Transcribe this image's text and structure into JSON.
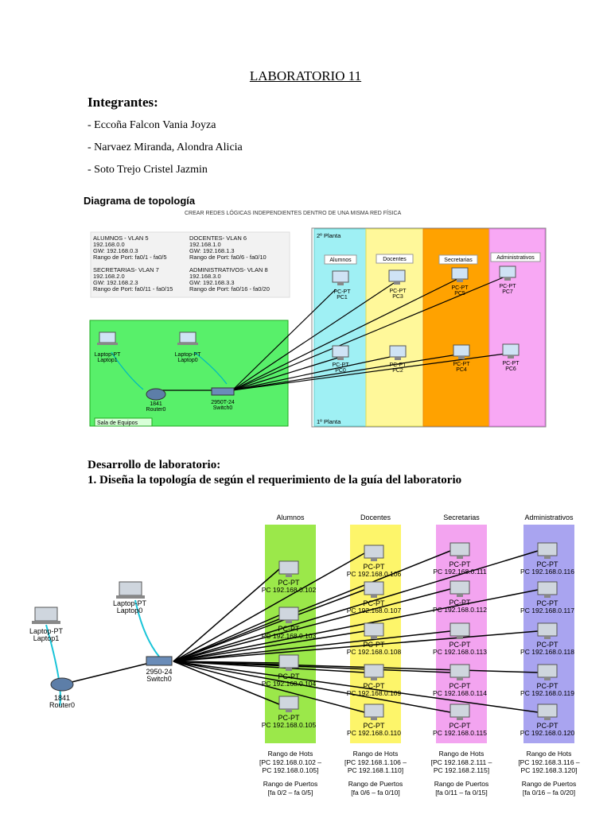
{
  "doc": {
    "title": "LABORATORIO 11",
    "members_heading": "Integrantes:",
    "members": [
      "- Eccoña Falcon Vania Joyza",
      "- Narvaez Miranda, Alondra Alicia",
      "- Soto Trejo Cristel Jazmin"
    ],
    "dev_heading": "Desarrollo de laboratorio:",
    "step1": "1. Diseña la topología de según el requerimiento de la guía del laboratorio"
  },
  "diagram1": {
    "heading": "Diagrama de topología",
    "subtitle": "CREAR REDES LÓGICAS INDEPENDIENTES DENTRO DE UNA MISMA RED FÍSICA",
    "vlans": [
      {
        "l1": "ALUMNOS - VLAN 5",
        "l2": "192.168.0.0",
        "l3": "GW: 192.168.0.3",
        "l4": "Rango de Port: fa0/1 - fa0/5"
      },
      {
        "l1": "DOCENTES- VLAN 6",
        "l2": "192.168.1.0",
        "l3": "GW: 192.168.1.3",
        "l4": "Rango de Port: fa0/6 - fa0/10"
      },
      {
        "l1": "SECRETARIAS- VLAN 7",
        "l2": "192.168.2.0",
        "l3": "GW: 192.168.2.3",
        "l4": "Rango de Port: fa0/11 - fa0/15"
      },
      {
        "l1": "ADMINISTRATIVOS- VLAN 8",
        "l2": "192.168.3.0",
        "l3": "GW: 192.168.3.3",
        "l4": "Rango de Port: fa0/16 - fa0/20"
      }
    ],
    "floor2": "2º Planta",
    "floor1": "1º Planta",
    "room": "Sala de Equipos",
    "zones": [
      "Alumnos",
      "Docentes",
      "Secretarias",
      "Administrativos"
    ],
    "pcs_top": [
      {
        "t": "PC-PT",
        "n": "PC1"
      },
      {
        "t": "PC-PT",
        "n": "PC3"
      },
      {
        "t": "PC-PT",
        "n": "PC5"
      },
      {
        "t": "PC-PT",
        "n": "PC7"
      }
    ],
    "pcs_bottom": [
      {
        "t": "PC-PT",
        "n": "PC0"
      },
      {
        "t": "PC-PT",
        "n": "PC2"
      },
      {
        "t": "PC-PT",
        "n": "PC4"
      },
      {
        "t": "PC-PT",
        "n": "PC6"
      }
    ],
    "laptop1": {
      "t": "Laptop-PT",
      "n": "Laptop1"
    },
    "laptop0": {
      "t": "Laptop-PT",
      "n": "Laptop0"
    },
    "router": {
      "t": "1841",
      "n": "Router0"
    },
    "switch": {
      "t": "2950T-24",
      "n": "Switch0"
    }
  },
  "diagram2": {
    "zones": [
      "Alumnos",
      "Docentes",
      "Secretarias",
      "Administrativos"
    ],
    "pc_type": "PC-PT",
    "columns": [
      {
        "pcs": [
          "PC 192.168.0.102",
          "PC 192.168.0.103",
          "PC 192.168.0.104",
          "PC 192.168.0.105"
        ],
        "hosts_label": "Rango de Hots",
        "hosts": "[PC 192.168.0.102 –",
        "hosts2": "PC 192.168.0.105]",
        "ports_label": "Rango de Puertos",
        "ports": "[fa 0/2 – fa 0/5]"
      },
      {
        "pcs": [
          "PC 192.168.0.106",
          "PC 192.168.0.107",
          "PC 192.168.0.108",
          "PC 192.168.0.109",
          "PC 192.168.0.110"
        ],
        "hosts_label": "Rango de Hots",
        "hosts": "[PC 192.168.1.106 –",
        "hosts2": "PC 192.168.1.110]",
        "ports_label": "Rango de Puertos",
        "ports": "[fa 0/6 – fa 0/10]"
      },
      {
        "pcs": [
          "PC 192.168.0.111",
          "PC 192.168.0.112",
          "PC 192.168.0.113",
          "PC 192.168.0.114",
          "PC 192.168.0.115"
        ],
        "hosts_label": "Rango de Hots",
        "hosts": "[PC 192.168.2.111 –",
        "hosts2": "PC 192.168.2.115]",
        "ports_label": "Rango de Puertos",
        "ports": "[fa 0/11 – fa 0/15]"
      },
      {
        "pcs": [
          "PC 192.168.0.116",
          "PC 192.168.0.117",
          "PC 192.168.0.118",
          "PC 192.168.0.119",
          "PC 192.168.0.120"
        ],
        "hosts_label": "Rango de Hots",
        "hosts": "[PC 192.168.3.116 –",
        "hosts2": "PC 192.168.3.120]",
        "ports_label": "Rango de Puertos",
        "ports": "[fa 0/16 – fa 0/20]"
      }
    ],
    "laptop1": {
      "t": "Laptop-PT",
      "n": "Laptop1"
    },
    "laptop0": {
      "t": "Laptop-PT",
      "n": "Laptop0"
    },
    "router": {
      "t": "1841",
      "n": "Router0"
    },
    "switch": {
      "t": "2950-24",
      "n": "Switch0"
    }
  }
}
